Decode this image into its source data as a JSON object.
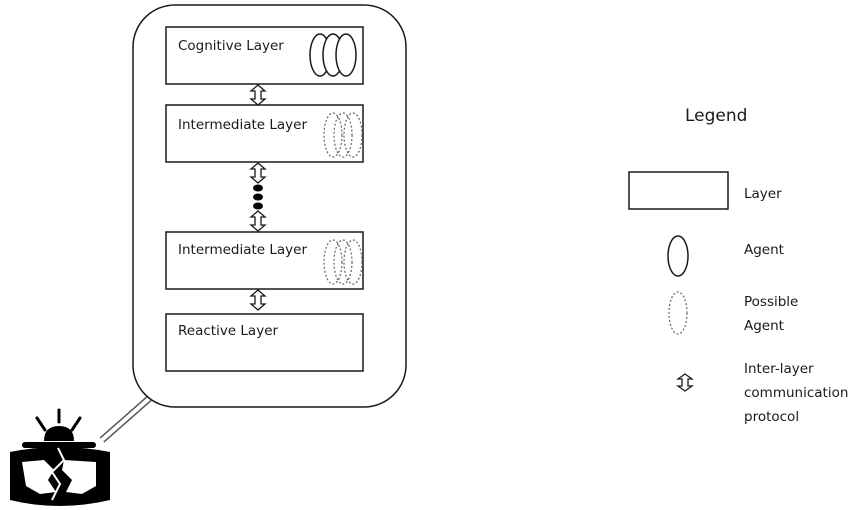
{
  "diagram": {
    "layers": [
      {
        "label": "Cognitive Layer",
        "agents": "solid"
      },
      {
        "label": "Intermediate Layer",
        "agents": "dotted"
      },
      {
        "label": "Intermediate Layer",
        "agents": "dotted"
      },
      {
        "label": "Reactive Layer",
        "agents": "none"
      }
    ],
    "stroke_color": "#1a1a1a",
    "robot_icon": "robot-base-icon"
  },
  "legend": {
    "title": "Legend",
    "items": [
      {
        "icon": "layer-rectangle-icon",
        "label_lines": [
          "Layer"
        ]
      },
      {
        "icon": "agent-ellipse-icon",
        "label_lines": [
          "Agent"
        ]
      },
      {
        "icon": "possible-agent-dotted-ellipse-icon",
        "label_lines": [
          "Possible",
          "Agent"
        ]
      },
      {
        "icon": "double-arrow-icon",
        "label_lines": [
          "Inter-layer",
          "communication",
          "protocol"
        ]
      }
    ]
  }
}
